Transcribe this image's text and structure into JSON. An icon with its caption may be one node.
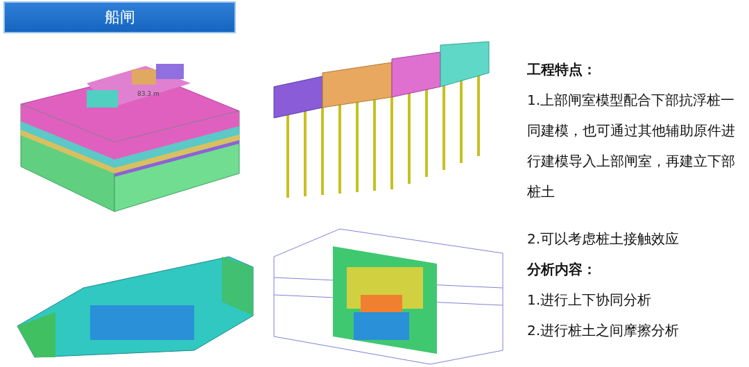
{
  "diagram": {
    "title": "船闸",
    "labels": [
      "83.3 m",
      "工程特点：",
      "1.上部闸室模型配合下部抗浮桩一同建模，也可通过其他辅助原件进行建模导入上部闸室，再建立下部桩土",
      "2.可以考虑桩土接触效应",
      "分析内容：",
      "1.进行上下协同分析",
      "2.进行桩土之间摩擦分析"
    ]
  }
}
